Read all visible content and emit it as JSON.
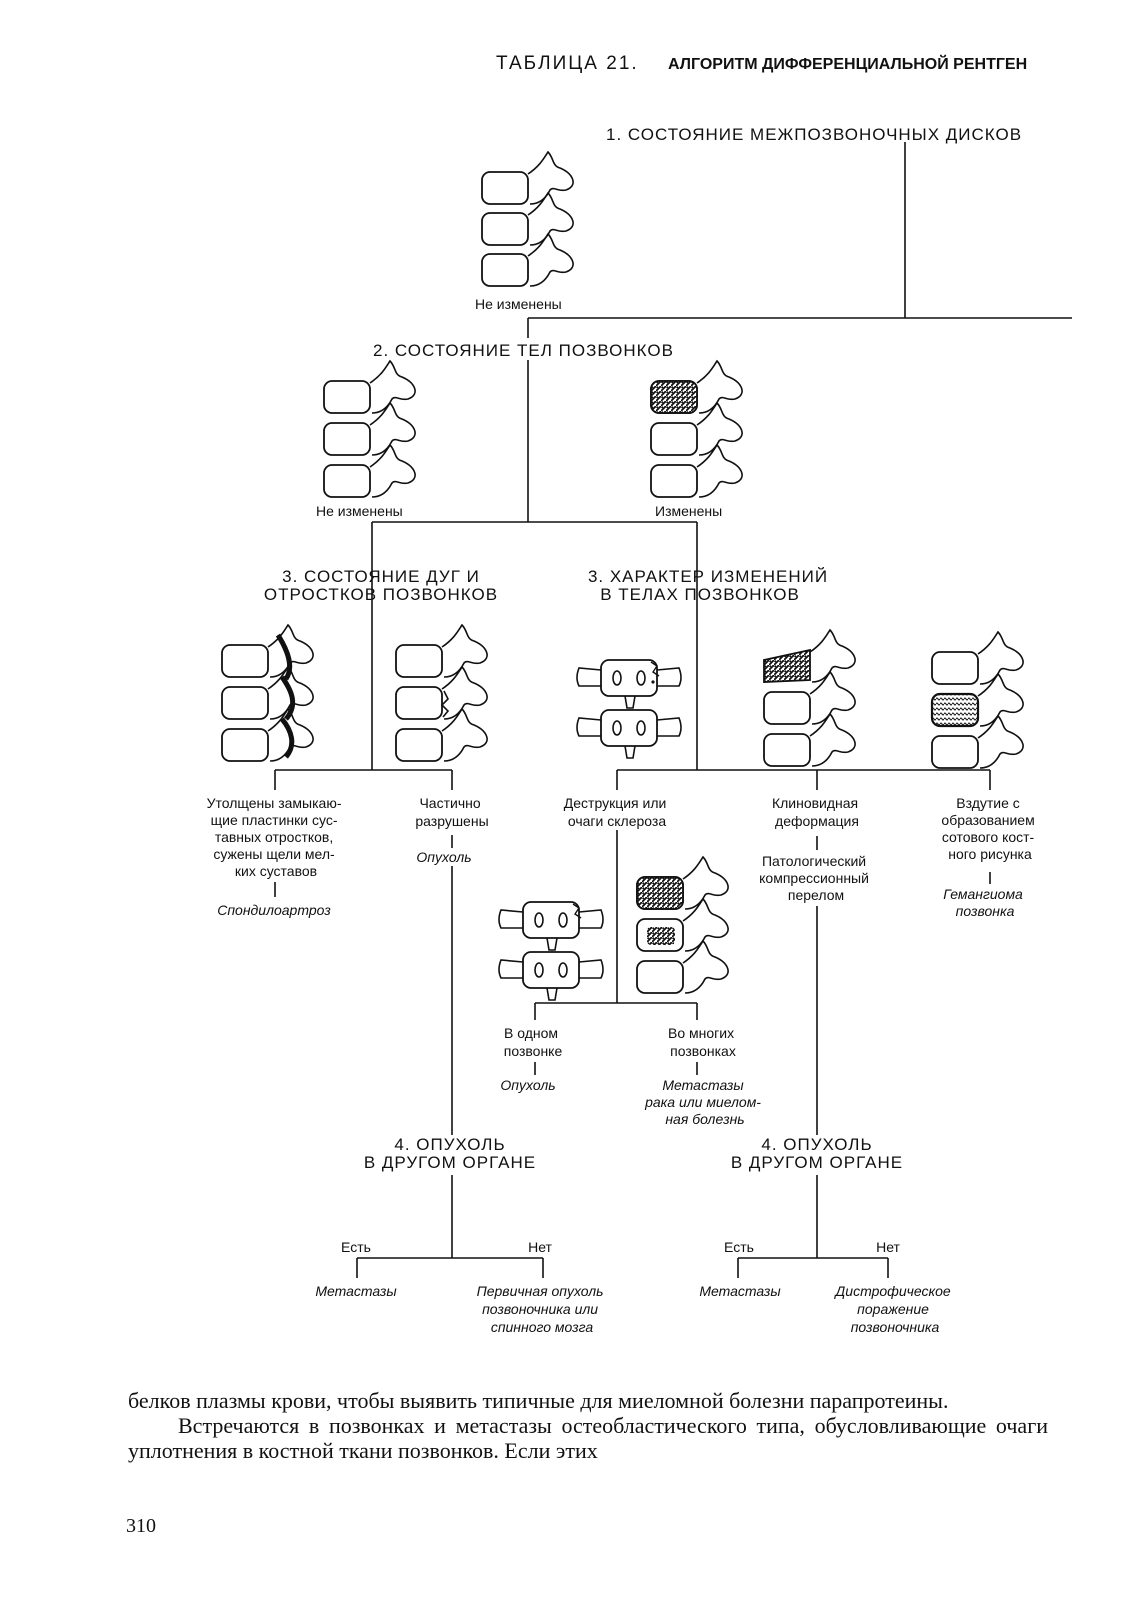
{
  "header": {
    "table_number": "ТАБЛИЦА 21.",
    "title": "АЛГОРИТМ ДИФФЕРЕНЦИАЛЬНОЙ РЕНТГЕН"
  },
  "nodes": {
    "q1": "1. СОСТОЯНИЕ МЕЖПОЗВОНОЧНЫХ ДИСКОВ",
    "q1_unchanged": "Не изменены",
    "q2": "2. СОСТОЯНИЕ ТЕЛ ПОЗВОНКОВ",
    "q2_unchanged": "Не изменены",
    "q2_changed": "Изменены",
    "q3a_line1": "3. СОСТОЯНИЕ ДУГ И",
    "q3a_line2": "ОТРОСТКОВ ПОЗВОНКОВ",
    "q3b_line1": "3. ХАРАКТЕР ИЗМЕНЕНИЙ",
    "q3b_line2": "В ТЕЛАХ ПОЗВОНКОВ",
    "thick_lines": [
      "Утолщены замыкаю-",
      "щие пластинки сус-",
      "тавных отростков,",
      "сужены щели мел-",
      "ких суставов"
    ],
    "thick_result": "Спондилоартроз",
    "partial_lines": [
      "Частично",
      "разрушены"
    ],
    "partial_result": "Опухоль",
    "destr_lines": [
      "Деструкция или",
      "очаги склероза"
    ],
    "wedge_lines": [
      "Клиновидная",
      "деформация"
    ],
    "wedge_sub_lines": [
      "Патологический",
      "компрессионный",
      "перелом"
    ],
    "swell_lines": [
      "Вздутие с",
      "образованием",
      "сотового кост-",
      "ного рисунка"
    ],
    "swell_result_lines": [
      "Гемангиома",
      "позвонка"
    ],
    "one_lines": [
      "В одном",
      "позвонке"
    ],
    "one_result": "Опухоль",
    "many_lines": [
      "Во многих",
      "позвонках"
    ],
    "many_result_lines": [
      "Метастазы",
      "рака или миелом-",
      "ная болезнь"
    ],
    "q4_line1": "4. ОПУХОЛЬ",
    "q4_line2": "В ДРУГОМ ОРГАНЕ",
    "yes": "Есть",
    "no": "Нет",
    "metastases": "Метастазы",
    "primary_lines": [
      "Первичная опухоль",
      "позвоночника или",
      "спинного мозга"
    ],
    "dystrophic_lines": [
      "Дистрофическое",
      "поражение",
      "позвоночника"
    ]
  },
  "body_text": {
    "p1": "белков плазмы крови, чтобы выявить типичные для миеломной болезни парапротеины.",
    "p2": "Встречаются в позвонках и метастазы остеобластического типа, обусловливающие очаги уплотнения в костной ткани позвонков. Если этих"
  },
  "page_number": "310"
}
